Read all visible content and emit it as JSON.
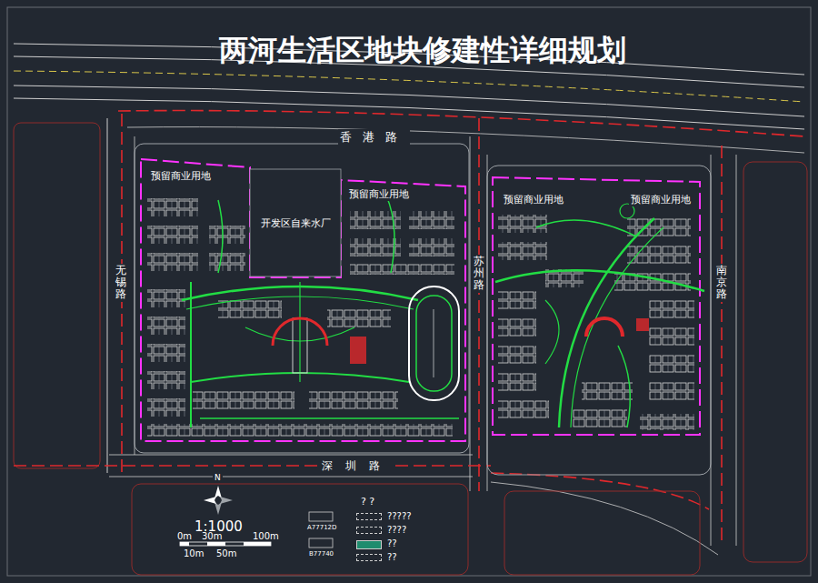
{
  "diagram": {
    "title": "两河生活区地块修建性详细规划",
    "nodes": [
      {
        "text": [
          "预留商业用地"
        ]
      },
      {
        "text": [
          "开发区自来水厂"
        ]
      },
      {
        "text": [
          "预留商业用地"
        ]
      },
      {
        "text": [
          "预留商业用地"
        ]
      },
      {
        "text": [
          "预留商业用地"
        ]
      }
    ],
    "labels": [
      "香港路",
      "无锡路",
      "苏州路",
      "南京路",
      "深圳路",
      "N",
      "1:1000",
      "0m",
      "30m",
      "100m",
      "10m",
      "50m",
      "? ?",
      "A77712D",
      "B77740"
    ],
    "legend": [
      {
        "text": "?????"
      },
      {
        "text": "????"
      },
      {
        "text": "??",
        "color": "#1e8c6e"
      },
      {
        "text": "??"
      }
    ]
  }
}
